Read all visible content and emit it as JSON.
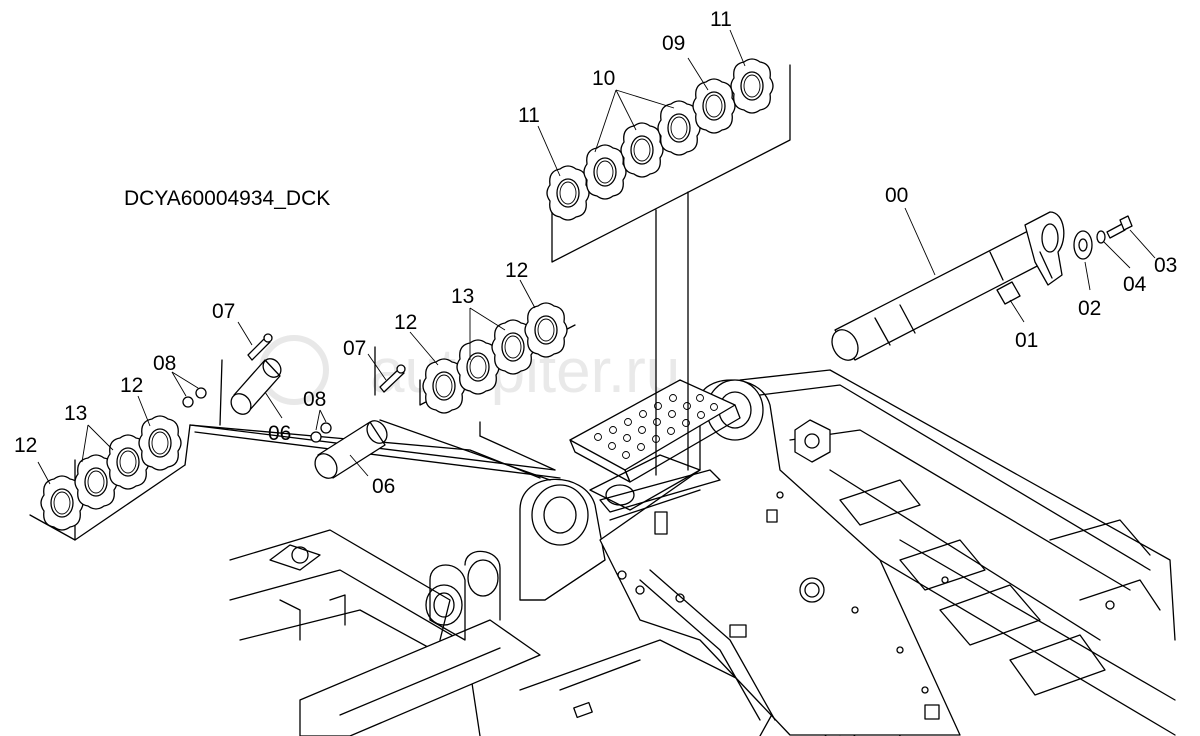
{
  "diagram": {
    "code": "DCYA60004934_DCK",
    "watermark": "autopiter.ru",
    "callouts": [
      {
        "id": "c11a",
        "label": "11"
      },
      {
        "id": "c09",
        "label": "09"
      },
      {
        "id": "c10",
        "label": "10"
      },
      {
        "id": "c11b",
        "label": "11"
      },
      {
        "id": "c00",
        "label": "00"
      },
      {
        "id": "c03",
        "label": "03"
      },
      {
        "id": "c04",
        "label": "04"
      },
      {
        "id": "c02",
        "label": "02"
      },
      {
        "id": "c01",
        "label": "01"
      },
      {
        "id": "c12a",
        "label": "12"
      },
      {
        "id": "c13a",
        "label": "13"
      },
      {
        "id": "c12b",
        "label": "12"
      },
      {
        "id": "c07a",
        "label": "07"
      },
      {
        "id": "c07b",
        "label": "07"
      },
      {
        "id": "c08a",
        "label": "08"
      },
      {
        "id": "c08b",
        "label": "08"
      },
      {
        "id": "c06a",
        "label": "06"
      },
      {
        "id": "c06b",
        "label": "06"
      },
      {
        "id": "c12c",
        "label": "12"
      },
      {
        "id": "c13b",
        "label": "13"
      },
      {
        "id": "c12d",
        "label": "12"
      }
    ]
  }
}
